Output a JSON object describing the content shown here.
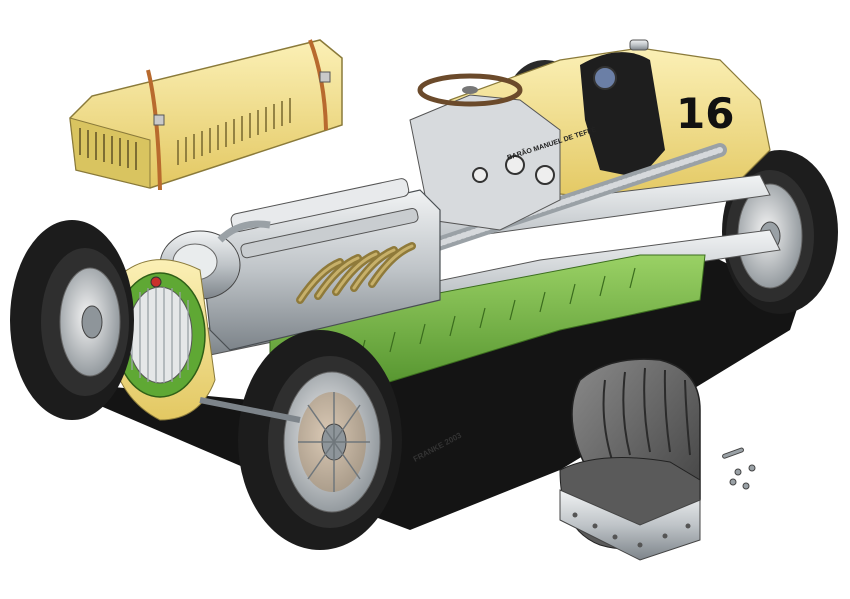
{
  "illustration": {
    "car_number": "16",
    "driver_name_on_cowl": "BARÃO MANUEL DE TEFFÉ",
    "artist_signature": "FRANKE 2003"
  },
  "colors": {
    "body_yellow": "#f2df8a",
    "body_yellow_shade": "#d9c25f",
    "body_green": "#7cc046",
    "body_green_dark": "#4f8f2a",
    "chrome": "#cfd3d6",
    "chrome_dark": "#8a9095",
    "tyre": "#2b2b2b",
    "tyre_dark": "#111111",
    "shadow": "#000000",
    "seat": "#6d6d6d",
    "seat_dark": "#3f3f3f",
    "strap": "#b86a2e",
    "brake_copper": "#a9783f"
  }
}
